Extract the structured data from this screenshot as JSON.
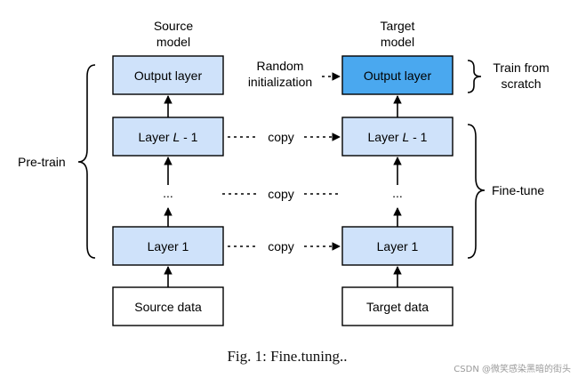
{
  "source_header": [
    "Source",
    "model"
  ],
  "target_header": [
    "Target",
    "model"
  ],
  "source_column": {
    "output": "Output layer",
    "layer_l_prefix": "Layer ",
    "layer_l_italic": "L",
    "layer_l_suffix": " - 1",
    "ellipsis": "...",
    "layer_1": "Layer 1",
    "data": "Source data"
  },
  "target_column": {
    "output": "Output layer",
    "layer_l_prefix": "Layer ",
    "layer_l_italic": "L",
    "layer_l_suffix": " - 1",
    "ellipsis": "...",
    "layer_1": "Layer 1",
    "data": "Target data"
  },
  "random_init": [
    "Random",
    "initialization"
  ],
  "copy_labels": [
    "copy",
    "copy",
    "copy"
  ],
  "left_brace_label": "Pre-train",
  "right_top_label": [
    "Train from",
    "scratch"
  ],
  "right_bottom_label": "Fine-tune",
  "caption": "Fig. 1: Fine.tuning..",
  "watermark": "CSDN @微笑感染黑暗的街头",
  "colors": {
    "layer_fill": "#cfe2fa",
    "target_output_fill": "#4aa8ef",
    "data_fill": "#ffffff"
  }
}
